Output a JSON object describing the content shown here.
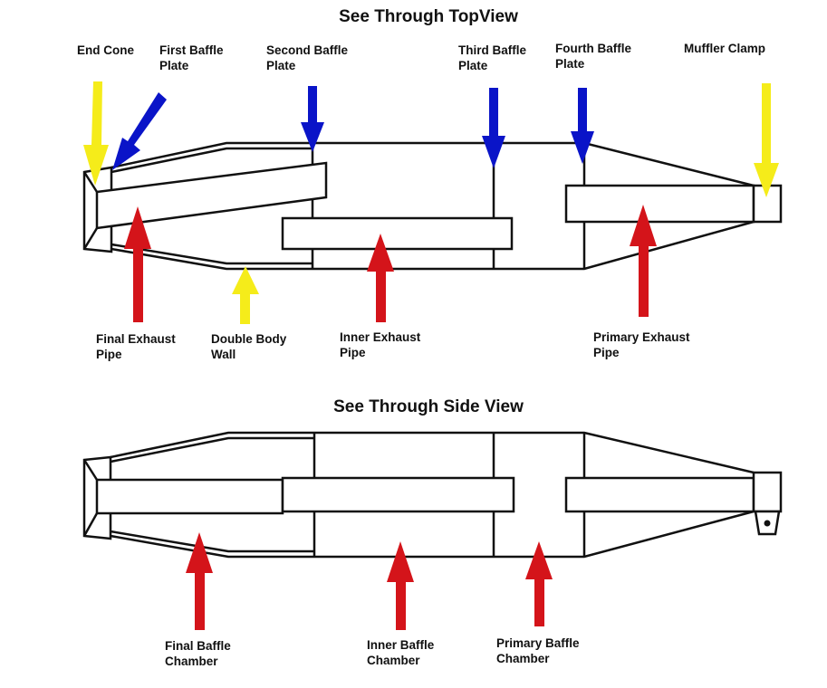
{
  "colors": {
    "yellow": "#f5ec1a",
    "blue": "#0a14c8",
    "red": "#d4141a",
    "line": "#111111"
  },
  "top_view": {
    "title": "See Through TopView",
    "labels": {
      "end_cone": [
        "End Cone"
      ],
      "first_baffle": [
        "First Baffle",
        "Plate"
      ],
      "second_baffle": [
        "Second Baffle",
        "Plate"
      ],
      "third_baffle": [
        "Third Baffle",
        "Plate"
      ],
      "fourth_baffle": [
        "Fourth Baffle",
        "Plate"
      ],
      "muffler_clamp": [
        "Muffler Clamp"
      ],
      "final_exhaust": [
        "Final Exhaust",
        "Pipe"
      ],
      "double_body": [
        "Double Body",
        "Wall"
      ],
      "inner_exhaust": [
        "Inner Exhaust",
        "Pipe"
      ],
      "primary_exhaust": [
        "Primary Exhaust",
        "Pipe"
      ]
    }
  },
  "side_view": {
    "title": "See Through Side View",
    "labels": {
      "final_chamber": [
        "Final Baffle",
        "Chamber"
      ],
      "inner_chamber": [
        "Inner Baffle",
        "Chamber"
      ],
      "primary_chamber": [
        "Primary Baffle",
        "Chamber"
      ]
    }
  }
}
